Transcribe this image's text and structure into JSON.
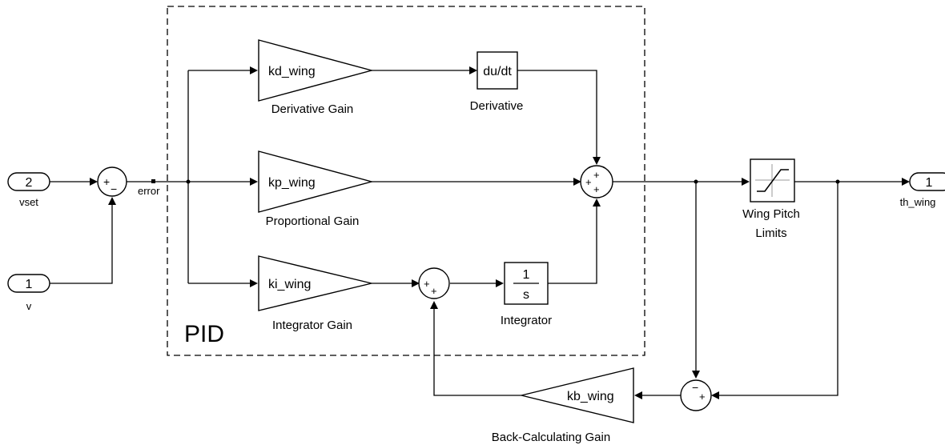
{
  "subsystem": {
    "label": "PID"
  },
  "ports": {
    "vset": {
      "number": "2",
      "name": "vset"
    },
    "v": {
      "number": "1",
      "name": "v"
    },
    "th_wing": {
      "number": "1",
      "name": "th_wing"
    }
  },
  "signals": {
    "error": "error"
  },
  "gains": {
    "derivative": {
      "param": "kd_wing",
      "name": "Derivative Gain"
    },
    "proportional": {
      "param": "kp_wing",
      "name": "Proportional Gain"
    },
    "integrator": {
      "param": "ki_wing",
      "name": "Integrator Gain"
    },
    "back_calc": {
      "param": "kb_wing",
      "name": "Back-Calculating Gain"
    }
  },
  "derivative_block": {
    "text": "du/dt",
    "name": "Derivative"
  },
  "integrator_block": {
    "numerator": "1",
    "denominator": "s",
    "name": "Integrator"
  },
  "saturation_block": {
    "name_line1": "Wing Pitch",
    "name_line2": "Limits"
  },
  "sum_signs": {
    "error_sum": [
      "+",
      "−"
    ],
    "pid_sum": [
      "+",
      "+",
      "+"
    ],
    "integ_sum": [
      "+",
      "+"
    ],
    "bc_sum": [
      "−",
      "+"
    ]
  }
}
